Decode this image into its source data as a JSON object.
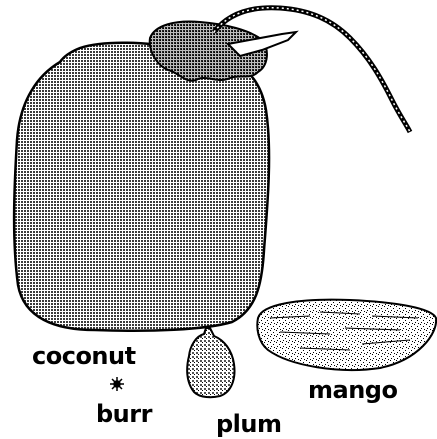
{
  "labels": {
    "coconut": "coconut",
    "burr": "burr",
    "plum": "plum",
    "mango": "mango"
  },
  "colors": {
    "ink": "#000000",
    "background": "#ffffff",
    "coconut_fill": "#a6a6a6",
    "cap_fill": "#8a8a8a",
    "mango_fill": "#d6d6d6",
    "plum_fill": "#bdbdbd"
  }
}
